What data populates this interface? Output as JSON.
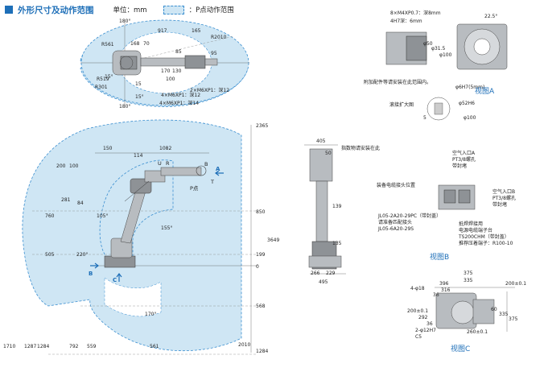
{
  "header": {
    "title": "外形尺寸及动作范围",
    "unit": "单位：mm",
    "legend": "：P点动作范围"
  },
  "top_view": {
    "angles": [
      "180°",
      "180°",
      "15°",
      "15°"
    ],
    "dims": [
      "917",
      "165",
      "R2010",
      "R561",
      "168",
      "70",
      "85",
      "95",
      "130",
      "170",
      "100",
      "R519",
      "R301",
      "15"
    ],
    "notes": [
      "2×M6XP1：深12",
      "4×M6XP1：深12",
      "4×M6XP1：深14"
    ]
  },
  "side_view": {
    "vertical_right": [
      "2365",
      "850",
      "199",
      "0",
      "568",
      "3649",
      "1284"
    ],
    "horizontal_top": [
      "150",
      "1082",
      "114",
      "200",
      "100"
    ],
    "left_dims": [
      "281",
      "84",
      "760",
      "505",
      "1710",
      "1287",
      "1284",
      "792",
      "559",
      "561",
      "2010"
    ],
    "angles": [
      "105°",
      "220°",
      "155°",
      "170°"
    ],
    "axis_labels": [
      "U",
      "R",
      "B",
      "T",
      "P点",
      "A",
      "B",
      "C"
    ]
  },
  "view_a": {
    "notes": [
      "8×M4XP0.7：深8mm",
      "4H7深：6mm",
      "附加配件等请安装在此范围内。",
      "滚接扩大图"
    ],
    "dims": [
      "22.5°",
      "φ50",
      "φ31.5",
      "φ100",
      "φ6H7(5mm)",
      "φ52H6",
      "5",
      "φ100"
    ],
    "caption": "视图A"
  },
  "view_b": {
    "dims": [
      "405",
      "50",
      "139",
      "135",
      "266",
      "229",
      "495"
    ],
    "notes": [
      "指数物请安装在此",
      "装备电缆接头位置",
      "JL05-2A20-29PC（带封盖）",
      "请准备匹配接头",
      "JL05-6A20-29S",
      "空气入口A",
      "PT3/8螺孔",
      "带封堵",
      "空气入口B",
      "PT3/8螺孔",
      "带封堵",
      "抵焊焊接用",
      "电源电缆端子台",
      "TS200CHM（带封盖）",
      "推荐压着端子：R100-10"
    ],
    "caption": "视图B"
  },
  "view_c": {
    "dims": [
      "375",
      "335",
      "200±0.1",
      "396",
      "316",
      "36",
      "200±0.1",
      "292",
      "36",
      "4-φ18",
      "60",
      "335",
      "375",
      "2-φ12H7",
      "C5",
      "260±0.1"
    ],
    "caption": "视图C"
  }
}
